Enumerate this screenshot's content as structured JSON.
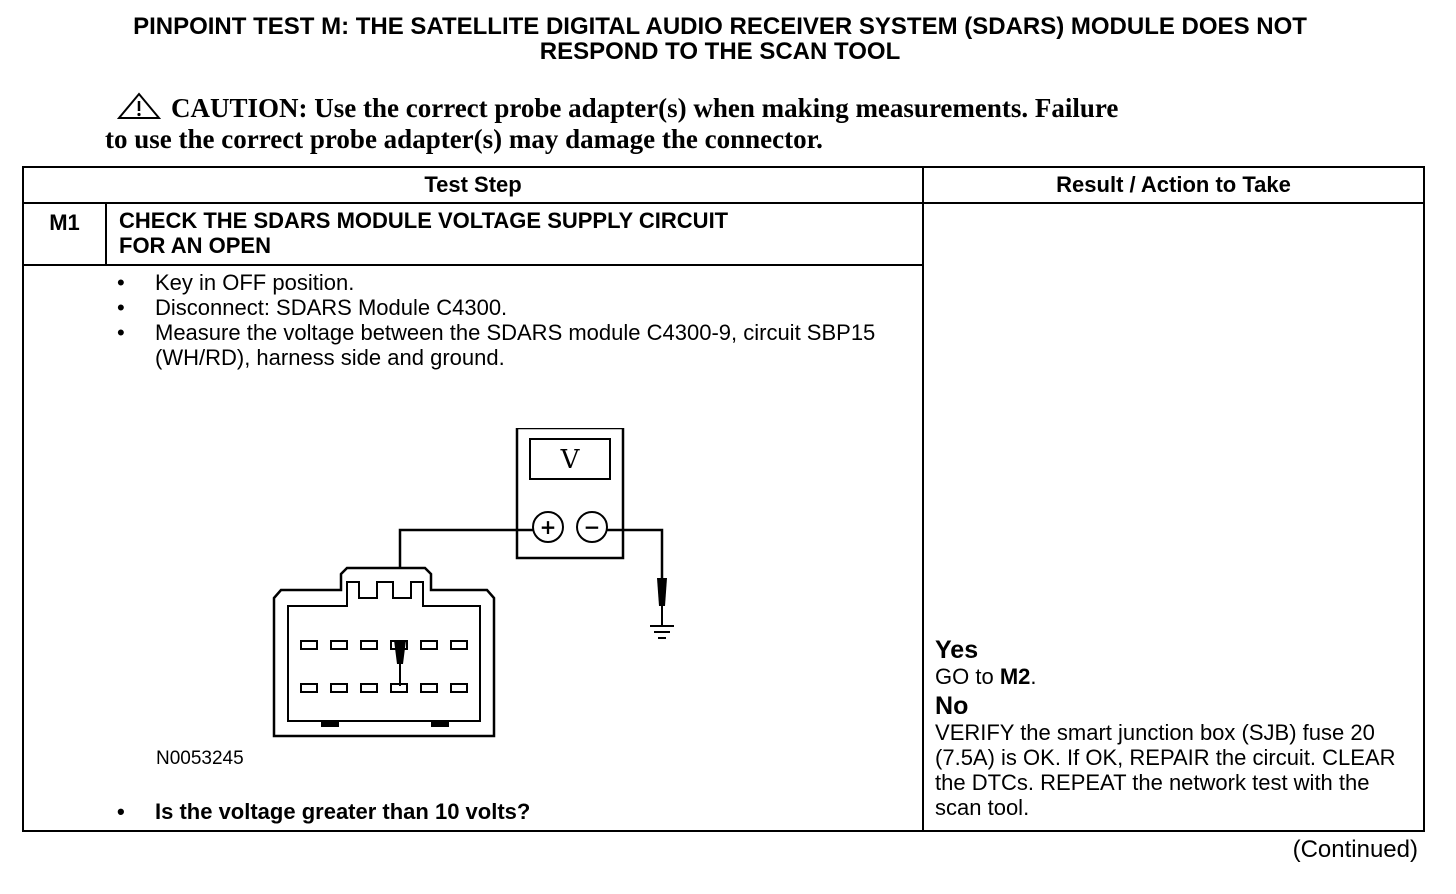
{
  "title": {
    "line1": "PINPOINT TEST M: THE SATELLITE DIGITAL AUDIO RECEIVER SYSTEM (SDARS) MODULE DOES NOT",
    "line2": "RESPOND TO THE SCAN TOOL"
  },
  "caution": {
    "icon": "warning-triangle-icon",
    "line1": "CAUTION: Use the correct probe adapter(s) when making measurements. Failure",
    "line2": "to use the correct probe adapter(s) may damage the connector."
  },
  "table": {
    "headers": {
      "test_step": "Test Step",
      "result": "Result / Action to Take"
    },
    "step": {
      "id": "M1",
      "title_line1": "CHECK THE SDARS MODULE VOLTAGE SUPPLY CIRCUIT",
      "title_line2": "FOR AN OPEN",
      "bullets": [
        "Key in OFF position.",
        "Disconnect: SDARS Module C4300.",
        "Measure the voltage between the SDARS module C4300-9, circuit SBP15 (WH/RD), harness side and ground."
      ],
      "figure": {
        "meter_display": "V",
        "plus": "+",
        "minus": "−",
        "figure_id": "N0053245"
      },
      "question": "Is the voltage greater than 10 volts?"
    },
    "results": {
      "yes_label": "Yes",
      "yes_prefix": "GO to ",
      "yes_ref": "M2",
      "yes_suffix": ".",
      "no_label": "No",
      "no_text": "VERIFY the smart junction box (SJB) fuse 20 (7.5A) is OK. If OK, REPAIR the circuit. CLEAR the DTCs. REPEAT the network test with the scan tool."
    }
  },
  "footer": {
    "continued": "(Continued)"
  },
  "bullet_char": "•"
}
